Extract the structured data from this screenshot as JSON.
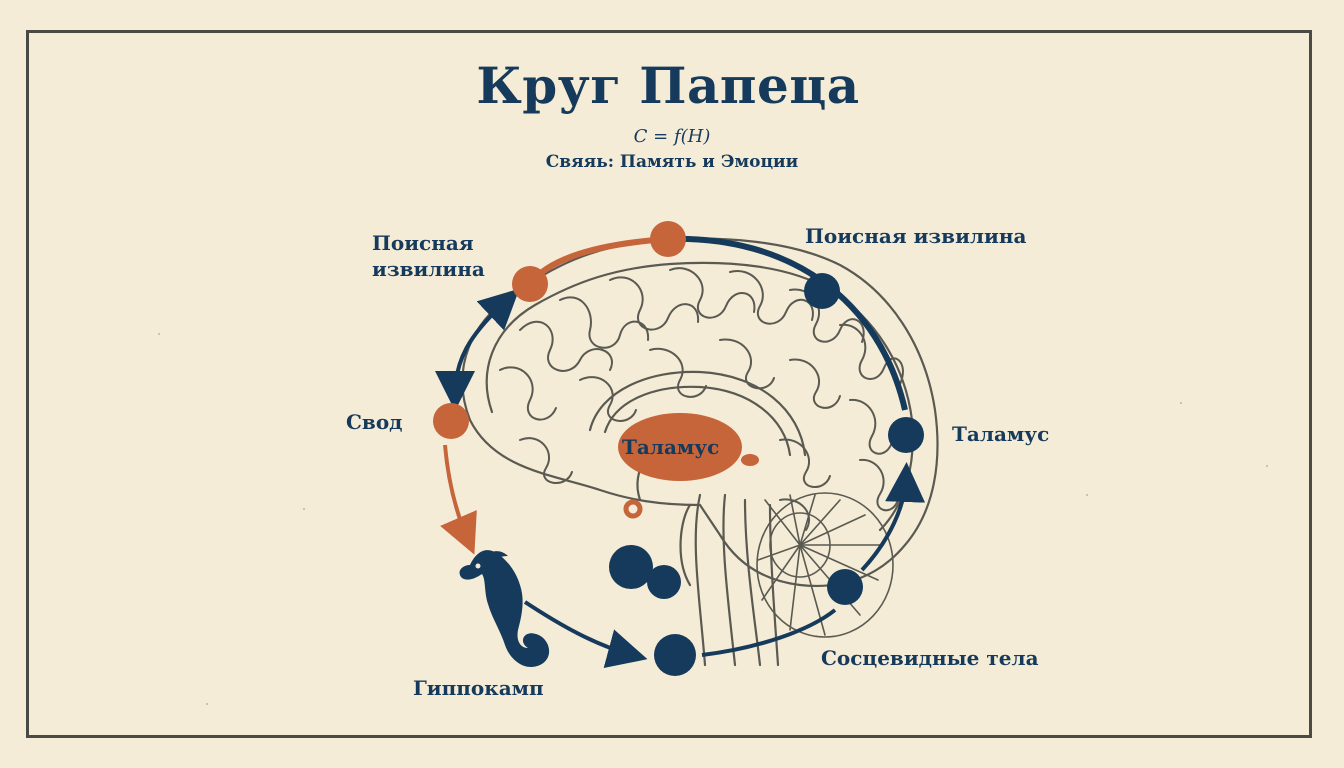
{
  "title": "Круг Папеца",
  "formula": "C = f(H)",
  "subtitle": "Свяяь: Память и Эмоции",
  "labels": {
    "left_cingulate": [
      "Поисная",
      "извилина"
    ],
    "right_cingulate": "Поисная извилина",
    "fornix": "Свод",
    "thalamus_center": "Таламус",
    "thalamus_right": "Таламус",
    "hippocampus": "Гиппокамп",
    "mammillary": "Сосцевидные тела"
  },
  "colors": {
    "background": "#f4ecd6",
    "navy": "#163a5c",
    "rust": "#c6643a",
    "ink": "#5a5a52"
  },
  "icons": {
    "hippocampus": "seahorse-icon",
    "brain": "brain-outline"
  }
}
